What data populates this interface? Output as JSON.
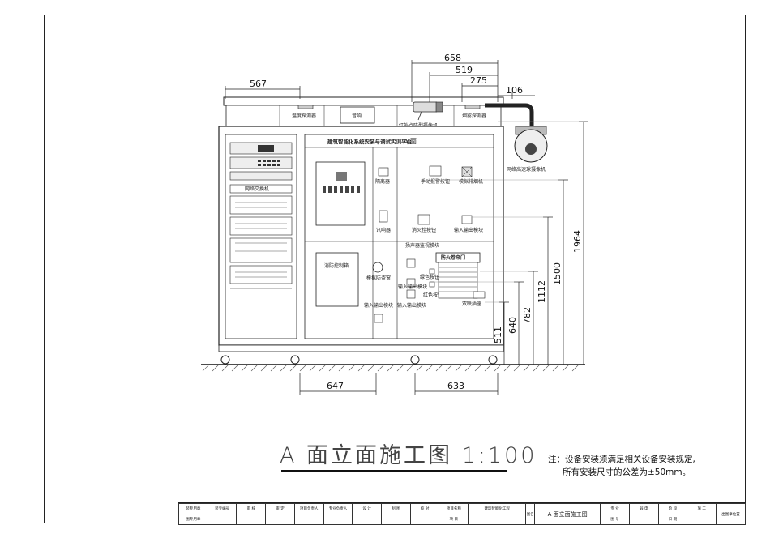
{
  "drawing": {
    "dimensions": {
      "d567": "567",
      "d658": "658",
      "d519": "519",
      "d275": "275",
      "d106": "106",
      "d1964": "1964",
      "d1500": "1500",
      "d1112": "1112",
      "d782": "782",
      "d640": "640",
      "d511": "511",
      "d647": "647",
      "d633": "633"
    },
    "labels": {
      "temp_detector": "温度探测器",
      "speaker": "音响",
      "ir_beam": "红外点阵型摄像机",
      "smoke_detector": "烟雾探测器",
      "dome_camera": "网络高速球摄像机",
      "platform_title": "建筑智能化系统安装与调试实训平台",
      "face_a": "A 面",
      "isolator": "隔离器",
      "manual_alarm": "手动报警按钮",
      "sim_smoke": "模拟排烟机",
      "sounder": "讯响器",
      "hydrant_btn": "消火栓按钮",
      "io_module_1": "输入输出模块",
      "network_switch": "网络交换机",
      "fire_control": "消防控制箱",
      "speaker_module": "扬声器监视模块",
      "sim_door": "模拟防盗窗",
      "green_btn": "绿色按钮",
      "red_btn": "红色按钮",
      "fire_door": "防火卷帘门",
      "io_module_2": "输入输出模块",
      "io_module_3": "输入输出模块",
      "io_module_4": "输入输出模块",
      "double_switch": "双联插座"
    }
  },
  "title": {
    "main": "A 面立面施工图 1:100"
  },
  "note": {
    "line1": "注：设备安装须满足相关设备安装规定,",
    "line2": "所有安装尺寸的公差为±50mm。"
  },
  "title_block": {
    "row1": [
      "装专用章",
      "装专编号",
      "审 核",
      "审 定",
      "项目负责人",
      "专业负责人",
      "设 计",
      "制 图",
      "校 对",
      "项目名称",
      "建筑智能化工程",
      "",
      "专 业",
      "弱 电",
      "阶 段",
      "施 工",
      ""
    ],
    "row2": [
      "图专用章",
      "",
      "",
      "",
      "",
      "",
      "",
      "",
      "",
      "项 目",
      "",
      "图名",
      "图 号",
      "",
      "日 期",
      "",
      ""
    ],
    "drawing_name": "A 面立面施工图",
    "stamp": "出图章位置"
  }
}
